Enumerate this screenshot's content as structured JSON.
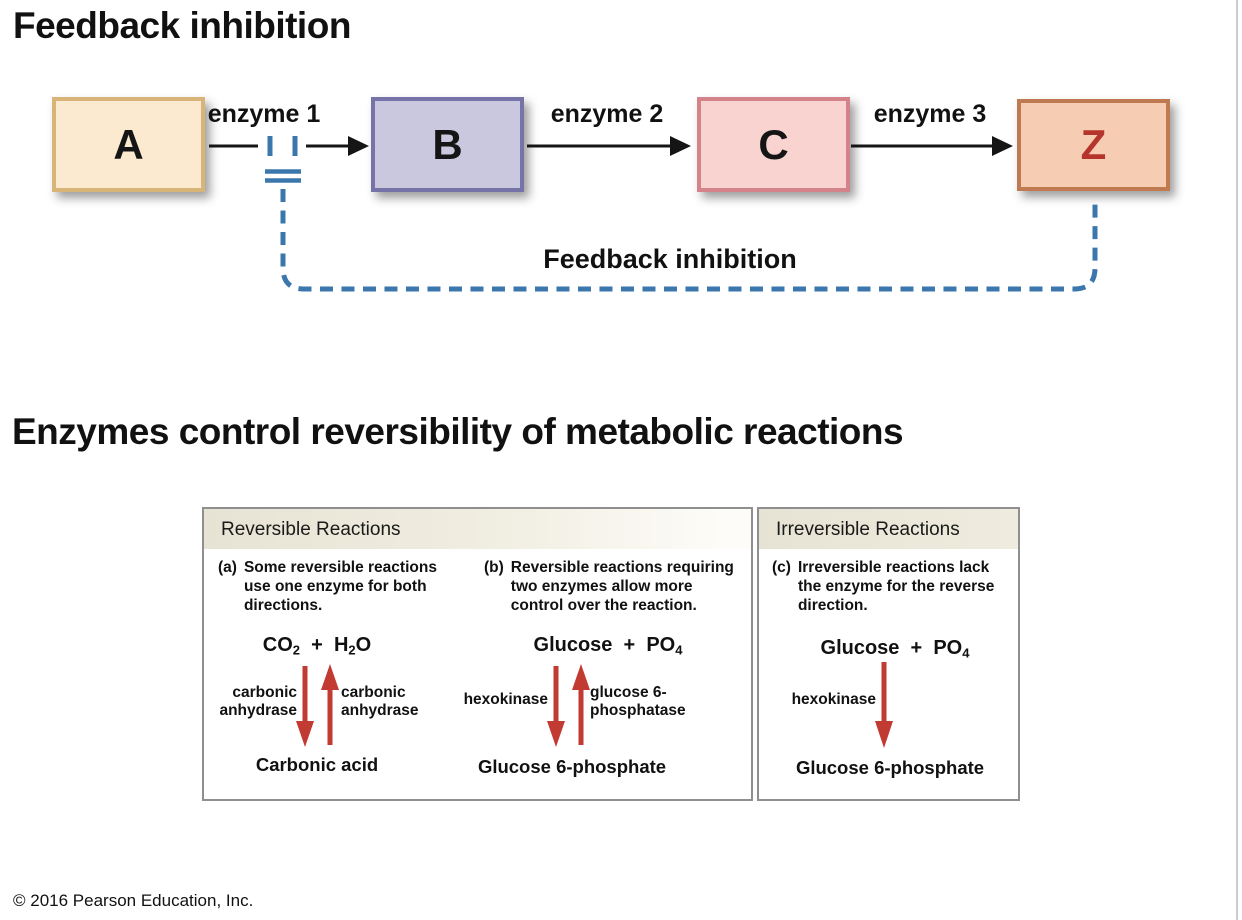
{
  "colors": {
    "inhibition_blue": "#3b76ad",
    "arrow_red": "#c23b32",
    "table_border": "#8f8f8f",
    "header_beige": "#e8e4d5"
  },
  "slide": {
    "title_feedback": "Feedback inhibition",
    "title_enzymes": "Enzymes control reversibility of metabolic reactions",
    "copyright": "© 2016 Pearson Education, Inc."
  },
  "pathway": {
    "boxes": [
      {
        "label": "A",
        "fill": "#fbe9d0",
        "border": "#d9b478",
        "label_color": "#151515"
      },
      {
        "label": "B",
        "fill": "#cac8de",
        "border": "#7673a8",
        "label_color": "#151515"
      },
      {
        "label": "C",
        "fill": "#f8d3d0",
        "border": "#d5838b",
        "label_color": "#151515"
      },
      {
        "label": "Z",
        "fill": "#f6cdb3",
        "border": "#bf7a52",
        "label_color": "#b5342b"
      }
    ],
    "enzymes": [
      {
        "label": "enzyme 1"
      },
      {
        "label": "enzyme 2"
      },
      {
        "label": "enzyme 3"
      }
    ],
    "feedback_label": "Feedback inhibition"
  },
  "table": {
    "left_header": "Reversible Reactions",
    "right_header": "Irreversible Reactions",
    "panels": [
      {
        "tag": "(a)",
        "caption_lines": [
          "Some reversible reactions",
          "use one enzyme for both",
          "directions."
        ],
        "eq": [
          "CO",
          "2",
          "  +  H",
          "2",
          "O"
        ],
        "left_label": [
          "carbonic",
          "anhydrase"
        ],
        "right_label": [
          "carbonic",
          "anhydrase"
        ],
        "product": "Carbonic acid"
      },
      {
        "tag": "(b)",
        "caption_lines": [
          "Reversible reactions requiring",
          "two enzymes allow more",
          "control over the reaction."
        ],
        "eq": [
          "Glucose  +  PO",
          "4"
        ],
        "left_label": [
          "hexokinase"
        ],
        "right_label": [
          "glucose 6-",
          "phosphatase"
        ],
        "product": "Glucose 6-phosphate"
      },
      {
        "tag": "(c)",
        "caption_lines": [
          "Irreversible reactions lack",
          "the enzyme for the reverse",
          "direction."
        ],
        "eq": [
          "Glucose  +  PO",
          "4"
        ],
        "left_label": [
          "hexokinase"
        ],
        "right_label": [],
        "product": "Glucose 6-phosphate"
      }
    ]
  }
}
